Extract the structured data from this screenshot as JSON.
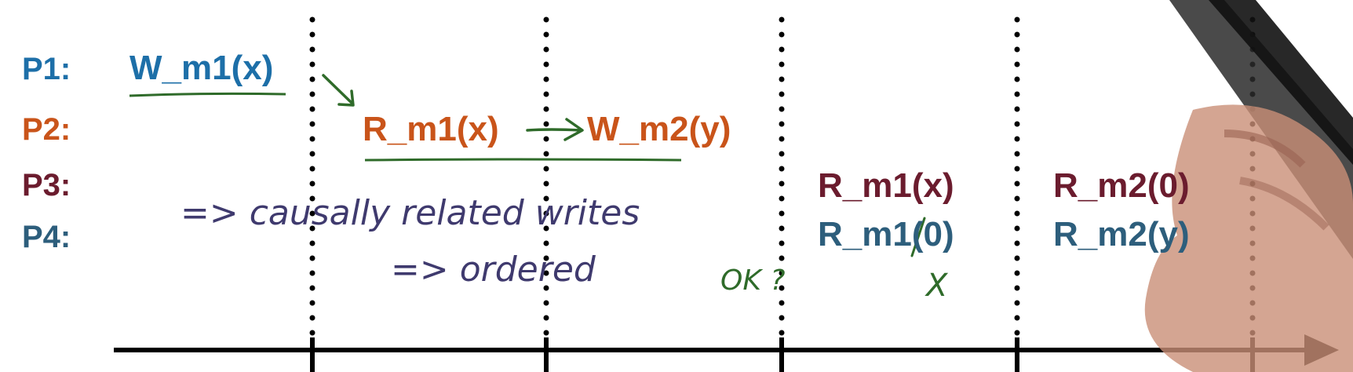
{
  "colors": {
    "p1": "#1d6fa8",
    "p2": "#c9541a",
    "p3": "#6b1c2e",
    "p4": "#2d5e7c",
    "annotation_green": "#2f6b2a",
    "annotation_purple": "#3f3a6e",
    "axis": "#000000"
  },
  "processes": {
    "p1": "P1:",
    "p2": "P2:",
    "p3": "P3:",
    "p4": "P4:"
  },
  "operations": {
    "p1_write": "W_m1(x)",
    "p2_read": "R_m1(x)",
    "p2_write": "W_m2(y)",
    "p3_read1": "R_m1(x)",
    "p3_read2": "R_m2(0)",
    "p4_read1": "R_m1(0)",
    "p4_read2": "R_m2(y)"
  },
  "annotations": {
    "line1": "=> causally related writes",
    "line2": "=> ordered",
    "ok_question": "OK ?",
    "x_mark": "X"
  },
  "icons": {
    "arrow": "arrow-icon",
    "hand": "hand-with-marker"
  }
}
